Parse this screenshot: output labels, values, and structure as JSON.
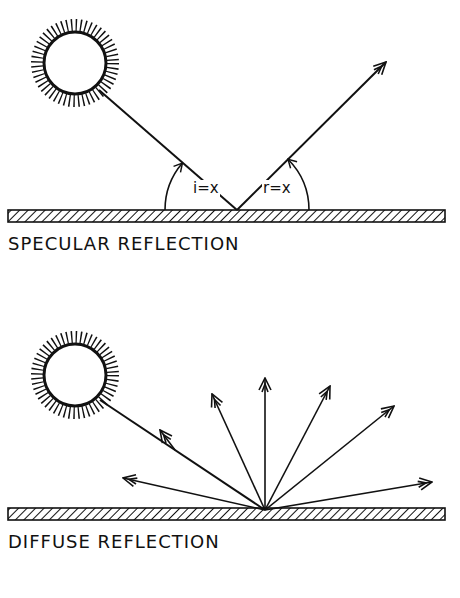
{
  "diagram": {
    "labels": [
      "i=x",
      "r=x",
      "SPECULAR REFLECTION",
      "DIFFUSE REFLECTION"
    ]
  }
}
